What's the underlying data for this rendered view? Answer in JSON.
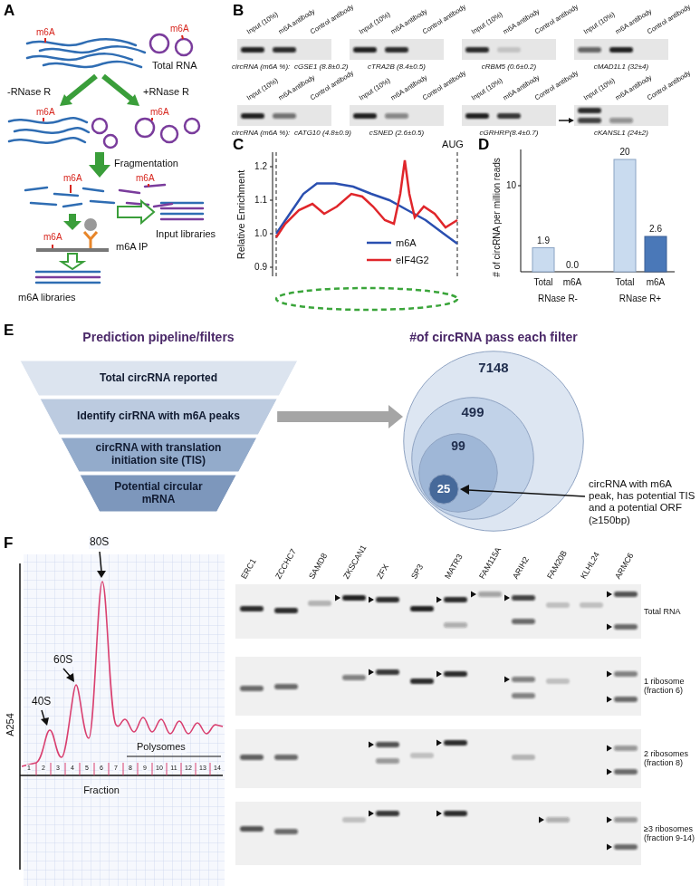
{
  "diagram": {
    "nodes": [
      {
        "text": [
          "Total circRNA reported"
        ]
      },
      {
        "text": [
          "Identify cirRNA with m6A peaks"
        ]
      },
      {
        "text": [
          "circRNA with translation initiation site (TIS)"
        ]
      },
      {
        "text": [
          "Potential circular mRNA"
        ]
      },
      {
        "text": [
          "7148"
        ]
      },
      {
        "text": [
          "499"
        ],
        "in": 4
      },
      {
        "text": [
          "99"
        ],
        "in": 5
      },
      {
        "text": [
          "25"
        ],
        "in": 6
      }
    ],
    "edges": [
      {
        "from": 1,
        "to": 4,
        "arrow": "to"
      }
    ],
    "labels": [
      "A",
      "B",
      "C",
      "D",
      "E",
      "F",
      "m6A",
      "m6A",
      "Total RNA",
      "-RNase R",
      "+RNase R",
      "m6A",
      "m6A",
      "Fragmentation",
      "m6A",
      "m6A",
      "Input libraries",
      "m6A",
      "m6A IP",
      "m6A libraries",
      "Input (10%)",
      "m6A antibody",
      "Control antibody",
      "Input (10%)",
      "m6A antibody",
      "Control antibody",
      "Input (10%)",
      "m6A antibody",
      "Control antibody",
      "Input (10%)",
      "m6A antibody",
      "Control antibody",
      "circRNA (m6A %):",
      "cGSE1 (8.8±0.2)",
      "cTRA2B (8.4±0.5)",
      "cRBM5 (0.6±0.2)",
      "cMAD1L1 (32±4)",
      "Input (10%)",
      "m6A antibody",
      "Control antibody",
      "Input (10%)",
      "m6A antibody",
      "Control antibody",
      "Input (10%)",
      "m6A antibody",
      "Control antibody",
      "Input (10%)",
      "m6A antibody",
      "Control antibody",
      "circRNA (m6A %):",
      "cATG10 (4.8±0.9)",
      "cSNED (2.6±0.5)",
      "cGRHRP(8.4±0.7)",
      "cKANSL1 (24±2)",
      "AUG",
      "Relative Enrichment",
      "1.2",
      "1.1",
      "1.0",
      "0.9",
      "# of circRNA per million reads",
      "10",
      "1.9",
      "0.0",
      "20",
      "2.6",
      "Total",
      "m6A",
      "Total",
      "m6A",
      "RNase R-",
      "RNase R+",
      "Prediction pipeline/filters",
      "#of circRNA pass each filter",
      "circRNA with m6A peak, has potential TIS and a potential ORF (≥150bp)",
      "80S",
      "60S",
      "40S",
      "A254",
      "Polysomes",
      "Fraction",
      "1",
      "2",
      "3",
      "4",
      "5",
      "6",
      "7",
      "8",
      "9",
      "10",
      "11",
      "12",
      "13",
      "14",
      "ERC1",
      "ZCCHC7",
      "SAMD8",
      "ZKSCAN1",
      "ZFX",
      "SP3",
      "MATR3",
      "FAM115A",
      "ARIH2",
      "FAM20B",
      "KLHL24",
      "ARMC6",
      "Total RNA",
      "1 ribosome (fraction 6)",
      "2 ribosomes (fraction 8)",
      "≥3 ribosomes (fraction 9-14)"
    ],
    "legend": [
      {
        "text": "m6A"
      },
      {
        "text": "eIF4G2"
      }
    ]
  }
}
